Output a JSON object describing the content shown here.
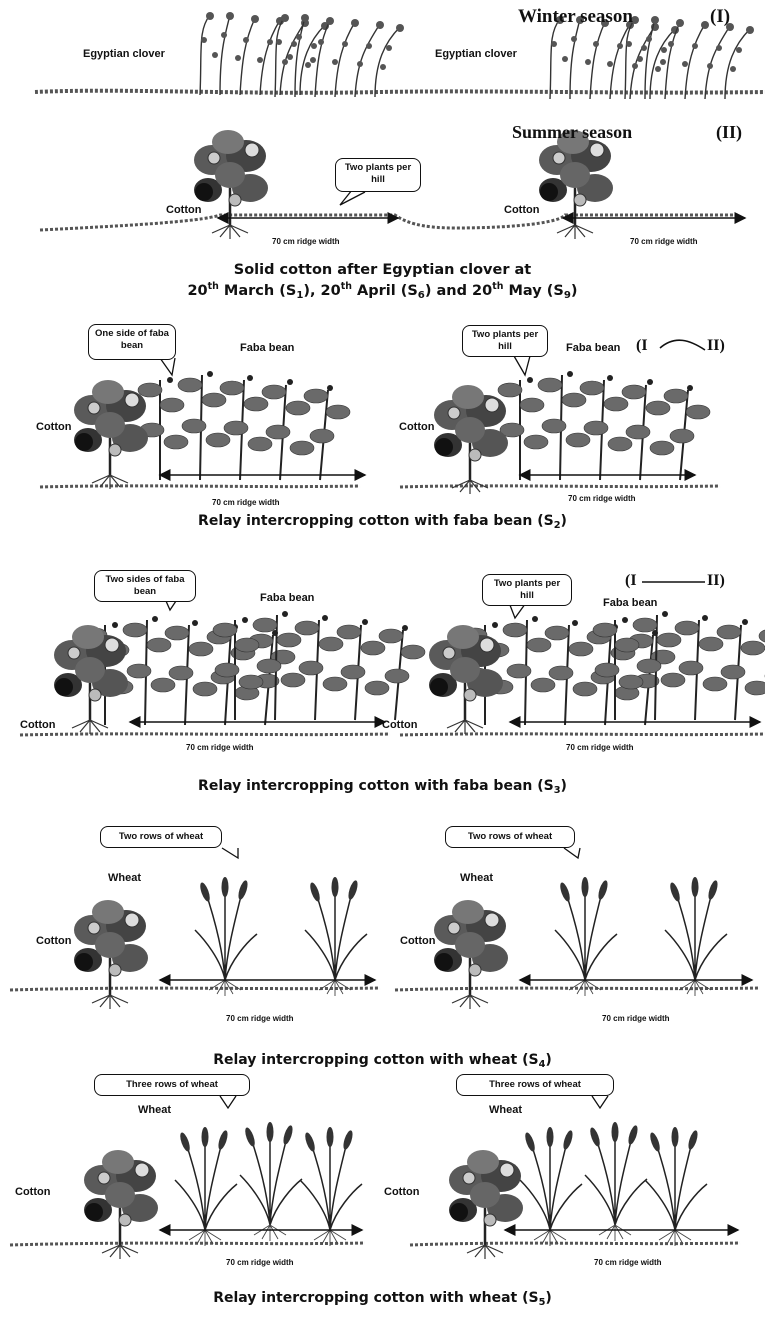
{
  "header": {
    "winter": "Winter season",
    "winter_num": "(I)",
    "summer": "Summer season",
    "summer_num": "(II)"
  },
  "labels": {
    "egyptian_clover": "Egyptian clover",
    "cotton": "Cotton",
    "faba_bean": "Faba bean",
    "wheat": "Wheat",
    "ridge_width": "70 cm ridge width"
  },
  "callouts": {
    "two_plants": "Two plants per hill",
    "one_side_faba": "One side of faba bean",
    "two_sides_faba": "Two sides of faba bean",
    "two_rows_wheat": "Two rows of wheat",
    "three_rows_wheat": "Three rows of wheat"
  },
  "seasons_marks": {
    "s2_left": "(I",
    "s2_right": "II)",
    "s3_left": "(I",
    "s3_right": "II)"
  },
  "captions": {
    "s1_line1": "Solid cotton after Egyptian clover at",
    "s1_line2_a": "20",
    "s1_line2_sup1": "th",
    "s1_line2_b": " March (S",
    "s1_line2_sub1": "1",
    "s1_line2_c": "), 20",
    "s1_line2_sup2": "th",
    "s1_line2_d": " April (S",
    "s1_line2_sub2": "6",
    "s1_line2_e": ") and 20",
    "s1_line2_sup3": "th",
    "s1_line2_f": " May (S",
    "s1_line2_sub3": "9",
    "s1_line2_g": ")",
    "s2_text": "Relay intercropping cotton with faba bean (S",
    "s2_sub": "2",
    "s3_text": "Relay intercropping cotton with faba bean (S",
    "s3_sub": "3",
    "s4_text": "Relay intercropping cotton with wheat (S",
    "s4_sub": "4",
    "s5_text": "Relay intercropping cotton with wheat (S",
    "s5_sub": "5",
    "close": ")"
  }
}
